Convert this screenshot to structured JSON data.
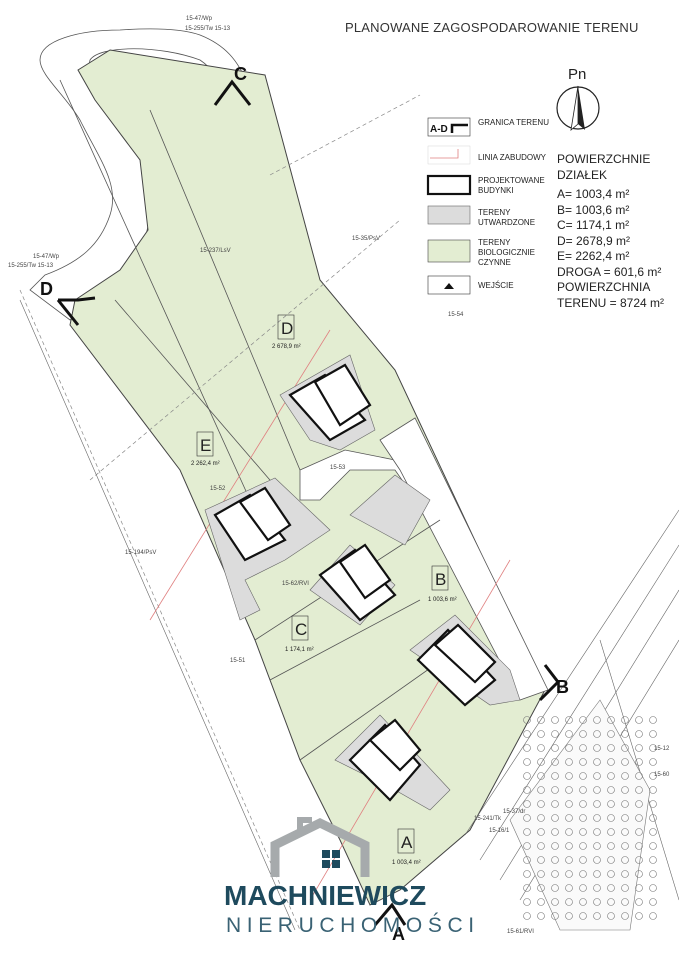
{
  "title": "PLANOWANE ZAGOSPODAROWANIE TERENU",
  "north_label": "Pn",
  "legend": {
    "boundary_symbol": "A-D",
    "boundary": "GRANICA TERENU",
    "building_line": "LINIA ZABUDOWY",
    "buildings": "PROJEKTOWANE BUDYNKI",
    "paved": "TERENY UTWARDZONE",
    "green": "TERENY BIOLOGICZNIE CZYNNE",
    "entrance": "WEJŚCIE"
  },
  "areas": {
    "heading": "POWIERZCHNIE DZIAŁEK",
    "items": [
      "A= 1003,4 m²",
      "B= 1003,6 m²",
      "C= 1174,1 m²",
      "D= 2678,9 m²",
      "E= 2262,4 m²",
      "DROGA = 601,6 m²"
    ],
    "total": "POWIERZCHNIA TERENU = 8724 m²"
  },
  "plots": [
    {
      "letter": "A",
      "area": "1 003,4 m²"
    },
    {
      "letter": "B",
      "area": "1 003,6 m²"
    },
    {
      "letter": "C",
      "area": "1 174,1 m²"
    },
    {
      "letter": "D",
      "area": "2 678,9 m²"
    },
    {
      "letter": "E",
      "area": "2 262,4 m²"
    }
  ],
  "section_markers": [
    "A",
    "B",
    "C",
    "D"
  ],
  "parcel_labels": [
    "15-47/Wp",
    "15-255/Tw 15-13",
    "15-237/LsV",
    "15-35/PsV",
    "15-54",
    "15-53",
    "15-52",
    "15-62/RVI",
    "15-194/PsV",
    "15-51",
    "15-37/dr",
    "15-241/Tk",
    "15-16/1",
    "15-61/RVI",
    "15-12",
    "15-60"
  ],
  "colors": {
    "green": "#e3edd2",
    "paved": "#dcdcdc",
    "brand": "#1e4a5d",
    "building_line": "#e08080"
  },
  "brand": {
    "name": "MACHNIEWICZ",
    "sub": "NIERUCHOMOŚCI"
  }
}
